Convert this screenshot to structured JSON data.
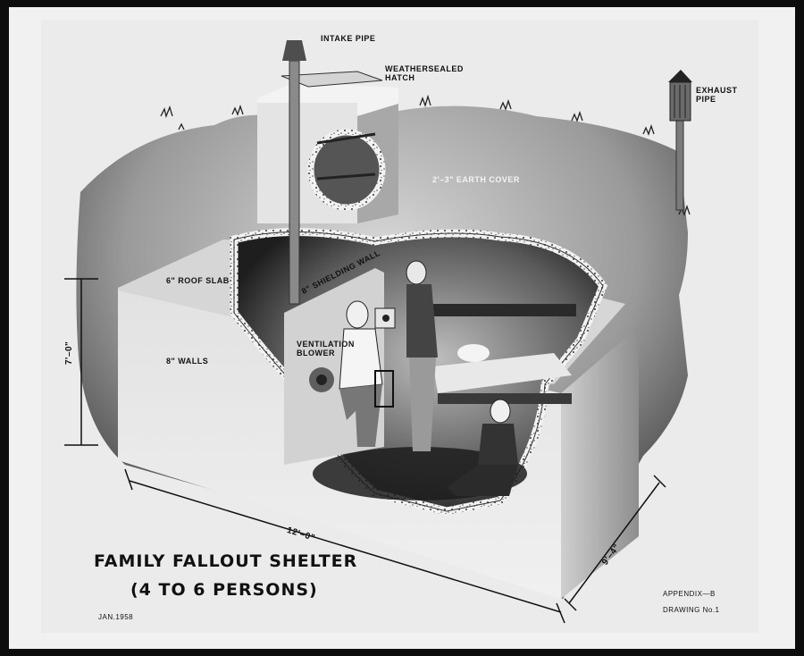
{
  "title": {
    "line1": "FAMILY FALLOUT SHELTER",
    "line2": "(4 TO 6 PERSONS)"
  },
  "date": "JAN.1958",
  "appendix": {
    "line1": "APPENDIX—B",
    "line2": "DRAWING No.1"
  },
  "labels": {
    "intake_pipe": "INTAKE PIPE",
    "hatch": "WEATHERSEALED\nHATCH",
    "exhaust_pipe": "EXHAUST\nPIPE",
    "earth_cover": "2'–3\" EARTH COVER",
    "roof_slab": "6\" ROOF SLAB",
    "shielding_wall": "8\" SHIELDING WALL",
    "ventilation_blower": "VENTILATION\nBLOWER",
    "walls": "8\" WALLS"
  },
  "dimensions": {
    "height": "7'–0\"",
    "length": "12'–0\"",
    "width": "9'–4\""
  }
}
